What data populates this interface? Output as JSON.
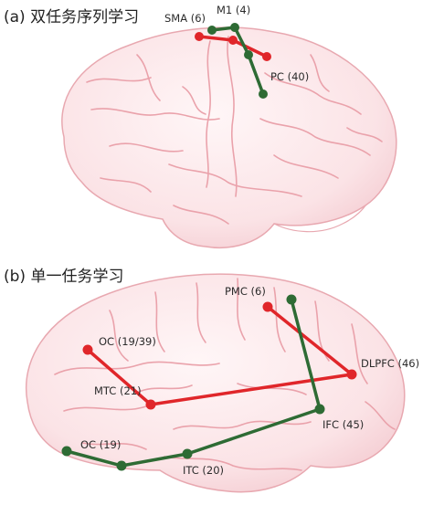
{
  "panels": [
    {
      "title": "(a) 双任务序列学习",
      "labels": {
        "sma": "SMA (6)",
        "m1": "M1 (4)",
        "pc": "PC (40)"
      }
    },
    {
      "title": "(b) 单一任务学习",
      "labels": {
        "pmc": "PMC (6)",
        "oc_top": "OC (19/39)",
        "dlpfc": "DLPFC (46)",
        "mtc": "MTC (21)",
        "ifc": "IFC (45)",
        "oc_bottom": "OC (19)",
        "itc": "ITC (20)"
      }
    }
  ],
  "colors": {
    "red_path": "#e0262a",
    "green_path": "#2e6b34",
    "brain_fill": "#fadde0",
    "brain_line": "#e79aa4"
  }
}
